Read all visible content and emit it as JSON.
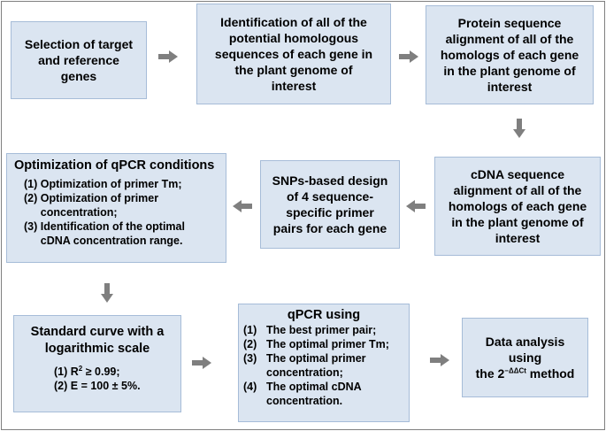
{
  "boxes": {
    "selection": {
      "lines": [
        "Selection of target",
        "and reference",
        "genes"
      ]
    },
    "identification": {
      "lines": [
        "Identification of all of the",
        "potential homologous",
        "sequences of each gene in",
        "the plant genome of",
        "interest"
      ]
    },
    "protein": {
      "lines": [
        "Protein sequence",
        "alignment of all of the",
        "homologs of each gene",
        "in the plant genome of",
        "interest"
      ]
    },
    "cdna": {
      "lines": [
        "cDNA sequence",
        "alignment of all of the",
        "homologs of each gene",
        "in the plant genome of",
        "interest"
      ]
    },
    "snps": {
      "lines": [
        "SNPs-based design",
        "of 4 sequence-",
        "specific primer",
        "pairs for each gene"
      ]
    },
    "optimization": {
      "title": "Optimization of qPCR conditions",
      "items": [
        {
          "num": "(1)",
          "lines": [
            "Optimization of primer Tm;"
          ]
        },
        {
          "num": "(2)",
          "lines": [
            "Optimization of primer",
            "concentration;"
          ]
        },
        {
          "num": "(3)",
          "lines": [
            "Identification of the optimal",
            "cDNA concentration range."
          ]
        }
      ]
    },
    "standard": {
      "title_lines": [
        "Standard curve with a",
        "logarithmic scale"
      ],
      "item1": {
        "num": "(1)",
        "pre": "R",
        "sup": "2",
        "post": " ≥ 0.99;"
      },
      "item2": {
        "num": "(2)",
        "text": "E = 100 ± 5%."
      }
    },
    "qpcr": {
      "title": "qPCR using",
      "items": [
        {
          "num": "(1)",
          "lines": [
            "The best primer pair;"
          ]
        },
        {
          "num": "(2)",
          "lines": [
            "The optimal primer Tm;"
          ]
        },
        {
          "num": "(3)",
          "lines": [
            "The optimal primer",
            "concentration;"
          ]
        },
        {
          "num": "(4)",
          "lines": [
            "The optimal cDNA",
            "concentration."
          ]
        }
      ]
    },
    "data": {
      "lines": [
        "Data analysis",
        "using"
      ],
      "method_pre": "the 2",
      "method_sup": "−ΔΔCt",
      "method_post": " method"
    }
  },
  "colors": {
    "box_fill": "#dbe5f1",
    "box_border": "#a6bcd8",
    "arrow": "#7f7f7f"
  }
}
